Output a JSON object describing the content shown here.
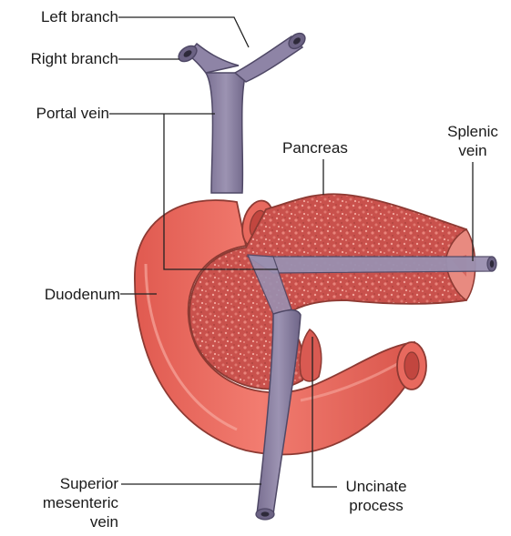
{
  "labels": {
    "left_branch": "Left branch",
    "right_branch": "Right branch",
    "portal_vein": "Portal vein",
    "pancreas": "Pancreas",
    "splenic_vein": [
      "Splenic",
      "vein"
    ],
    "duodenum": "Duodenum",
    "superior_mesenteric_vein": [
      "Superior",
      "mesenteric",
      "vein"
    ],
    "uncinate_process": [
      "Uncinate",
      "process"
    ]
  },
  "colors": {
    "vein": "#8e84a6",
    "vein_dark": "#5f5676",
    "organ": "#e9685e",
    "organ_dark": "#b5453d",
    "pancreas": "#cf5a54",
    "leader": "#222222"
  }
}
